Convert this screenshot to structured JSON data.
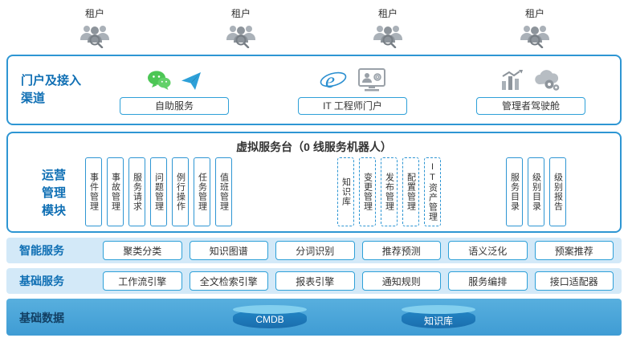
{
  "tenants": {
    "items": [
      "租户",
      "租户",
      "租户",
      "租户"
    ]
  },
  "portal": {
    "label_line1": "门户及接入",
    "label_line2": "渠道",
    "groups": [
      {
        "button": "自助服务",
        "icons": [
          "wechat-icon",
          "paper-plane-icon"
        ]
      },
      {
        "button": "IT 工程师门户",
        "icons": [
          "ie-browser-icon",
          "engineer-monitor-icon"
        ]
      },
      {
        "button": "管理者驾驶舱",
        "icons": [
          "bar-chart-icon",
          "cloud-gear-icon"
        ]
      }
    ]
  },
  "operations": {
    "title": "虚拟服务台（0 线服务机器人）",
    "label_line1": "运营",
    "label_line2": "管理",
    "label_line3": "模块",
    "solid_modules": [
      "事件管理",
      "事故管理",
      "服务请求",
      "问题管理",
      "例行操作",
      "任务管理",
      "值班管理"
    ],
    "dashed_modules": [
      "知识库",
      "变更管理",
      "发布管理",
      "配置管理",
      "IT资产管理"
    ],
    "right_modules": [
      "服务目录",
      "级别目录",
      "级别报告"
    ]
  },
  "smart_services": {
    "label": "智能服务",
    "items": [
      "聚类分类",
      "知识图谱",
      "分词识别",
      "推荐预测",
      "语义泛化",
      "预案推荐"
    ]
  },
  "base_services": {
    "label": "基础服务",
    "items": [
      "工作流引擎",
      "全文检索引擎",
      "报表引擎",
      "通知规则",
      "服务编排",
      "接口适配器"
    ]
  },
  "base_data": {
    "label": "基础数据",
    "items": [
      "CMDB",
      "知识库"
    ]
  },
  "colors": {
    "accent_blue": "#2e96d3",
    "label_blue": "#0f6fb4",
    "row_bg": "#d3e9f8",
    "bottom_bg": "#47a4d9",
    "wechat_green": "#4cc655",
    "cylinder_blue": "#1e7ab8",
    "icon_gray": "#a2a9b0"
  }
}
